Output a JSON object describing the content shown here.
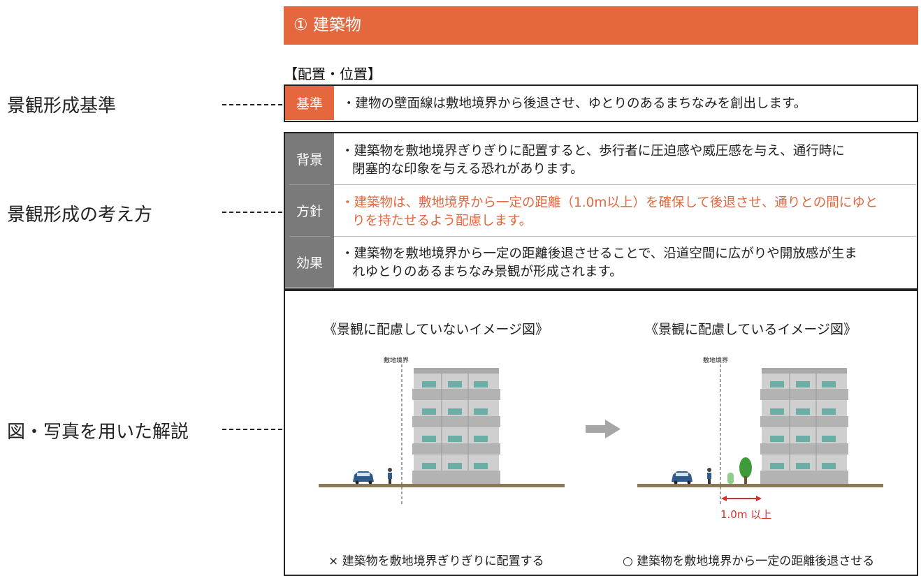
{
  "header": {
    "title": "① 建築物"
  },
  "subheading": "【配置・位置】",
  "side_labels": {
    "standard": "景観形成基準",
    "approach": "景観形成の考え方",
    "diagram": "図・写真を用いた解説"
  },
  "standard_row": {
    "tag": "基準",
    "text": "・建物の壁面線は敷地境界から後退させ、ゆとりのあるまちなみを創出します。"
  },
  "approach_rows": [
    {
      "tag": "背景",
      "line1": "・建築物を敷地境界ぎりぎりに配置すると、歩行者に圧迫感や威圧感を与え、通行時に",
      "line2": "閉塞的な印象を与える恐れがあります。"
    },
    {
      "tag": "方針",
      "line1": "・建築物は、敷地境界から一定の距離（1.0m以上）を確保して後退させ、通りとの間にゆと",
      "line2": "りを持たせるよう配慮します。"
    },
    {
      "tag": "効果",
      "line1": "・建築物を敷地境界から一定の距離後退させることで、沿道空間に広がりや開放感が生ま",
      "line2": "れゆとりのあるまちなみ景観が形成されます。"
    }
  ],
  "figures": {
    "left_title": "《景観に配慮していないイメージ図》",
    "right_title": "《景観に配慮しているイメージ図》",
    "boundary_label": "敷地境界",
    "distance_label": "1.0m 以上",
    "left_caption": "×  建築物を敷地境界ぎりぎりに配置する",
    "right_caption": "○  建築物を敷地境界から一定の距離後退させる"
  },
  "colors": {
    "accent": "#e5673e",
    "tag_gray": "#7a7a7a",
    "building": "#bdbdbd",
    "window": "#6aaea6",
    "ground": "#8c7758",
    "tree": "#3f9a3a",
    "car": "#2f5a8a"
  }
}
